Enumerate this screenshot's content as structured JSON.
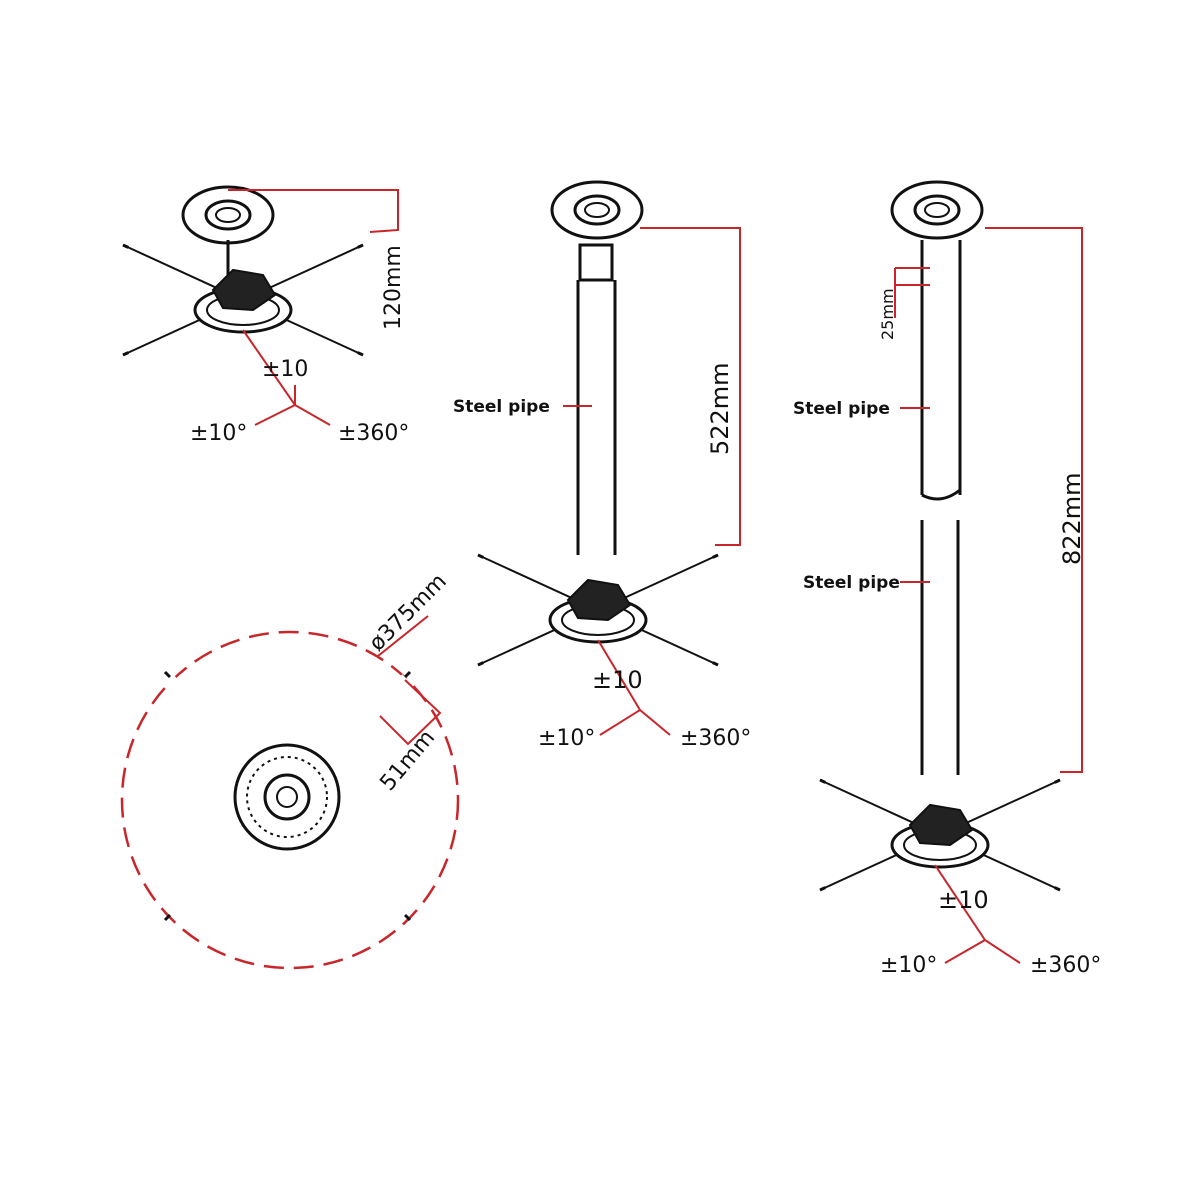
{
  "diagram": {
    "type": "technical-dimension-drawing",
    "subject": "projector ceiling mount",
    "colors": {
      "line": "#111111",
      "dimension": "#c8262b",
      "background": "#ffffff"
    },
    "views": [
      {
        "id": "short-mount",
        "dimensions": {
          "height": "120mm"
        },
        "rotation": {
          "tilt": "±10",
          "side": "±10°",
          "swivel": "±360°"
        }
      },
      {
        "id": "medium-mount",
        "dimensions": {
          "height": "522mm"
        },
        "callouts": [
          "Steel pipe"
        ],
        "rotation": {
          "tilt": "±10",
          "side": "±10°",
          "swivel": "±360°"
        }
      },
      {
        "id": "long-mount",
        "dimensions": {
          "height": "822mm",
          "adjust_step": "25mm"
        },
        "callouts": [
          "Steel pipe",
          "Steel pipe"
        ],
        "rotation": {
          "tilt": "±10",
          "side": "±10°",
          "swivel": "±360°"
        }
      },
      {
        "id": "top-view",
        "dimensions": {
          "diameter": "ø375mm",
          "arm_adjust": "51mm"
        }
      }
    ]
  }
}
